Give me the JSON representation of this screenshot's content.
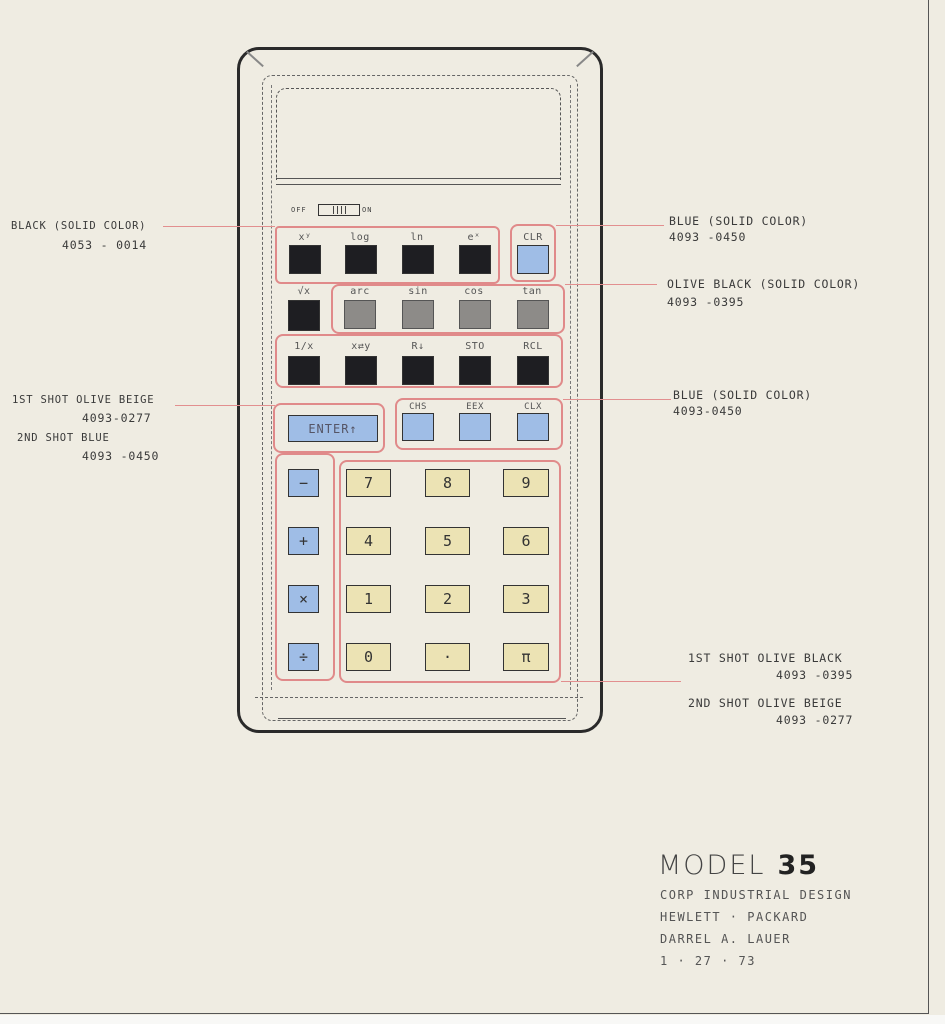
{
  "drawing": {
    "title_label": "MODEL",
    "title_number": "35",
    "credits": [
      "CORP INDUSTRIAL DESIGN",
      "HEWLETT · PACKARD",
      "DARREL A. LAUER",
      "1 · 27 · 73"
    ]
  },
  "switch": {
    "off": "OFF",
    "on": "ON"
  },
  "keys": {
    "row1": [
      {
        "label": "xʸ",
        "color": "black"
      },
      {
        "label": "log",
        "color": "black"
      },
      {
        "label": "ln",
        "color": "black"
      },
      {
        "label": "eˣ",
        "color": "black"
      },
      {
        "label": "CLR",
        "color": "blue"
      }
    ],
    "row2": [
      {
        "label": "√x",
        "color": "black"
      },
      {
        "label": "arc",
        "color": "olive-black"
      },
      {
        "label": "sin",
        "color": "olive-black"
      },
      {
        "label": "cos",
        "color": "olive-black"
      },
      {
        "label": "tan",
        "color": "olive-black"
      }
    ],
    "row3": [
      {
        "label": "1/x",
        "color": "black"
      },
      {
        "label": "x⇄y",
        "color": "black"
      },
      {
        "label": "R↓",
        "color": "black"
      },
      {
        "label": "STO",
        "color": "black"
      },
      {
        "label": "RCL",
        "color": "black"
      }
    ],
    "row4": [
      {
        "label": "ENTER↑",
        "color": "blue"
      },
      {
        "label": "CHS",
        "color": "blue"
      },
      {
        "label": "EEX",
        "color": "blue"
      },
      {
        "label": "CLX",
        "color": "blue"
      }
    ],
    "operators": [
      "−",
      "+",
      "×",
      "÷"
    ],
    "digits": [
      [
        "7",
        "8",
        "9"
      ],
      [
        "4",
        "5",
        "6"
      ],
      [
        "1",
        "2",
        "3"
      ],
      [
        "0",
        "·",
        "π"
      ]
    ]
  },
  "annotations": {
    "black": {
      "line1": "BLACK (SOLID COLOR)",
      "line2": "4053 - 0014"
    },
    "blue_top": {
      "line1": "BLUE (SOLID COLOR)",
      "line2": "4093 -0450"
    },
    "olive_black": {
      "line1": "OLIVE BLACK (SOLID COLOR)",
      "line2": "4093 -0395"
    },
    "enter": {
      "line1": "1ST SHOT OLIVE BEIGE",
      "line2": "4093-0277",
      "line3": "2ND SHOT BLUE",
      "line4": "4093 -0450"
    },
    "blue_mid": {
      "line1": "BLUE (SOLID COLOR)",
      "line2": "4093-0450"
    },
    "digits": {
      "line1": "1ST SHOT OLIVE BLACK",
      "line2": "4093 -0395",
      "line3": "2ND SHOT OLIVE BEIGE",
      "line4": "4093 -0277"
    }
  },
  "colors": {
    "black": "#1e1e22",
    "olive_black": "#8d8b88",
    "blue": "#9fbde6",
    "olive_beige": "#ece3b4",
    "grouping_red": "#e08a8a"
  }
}
